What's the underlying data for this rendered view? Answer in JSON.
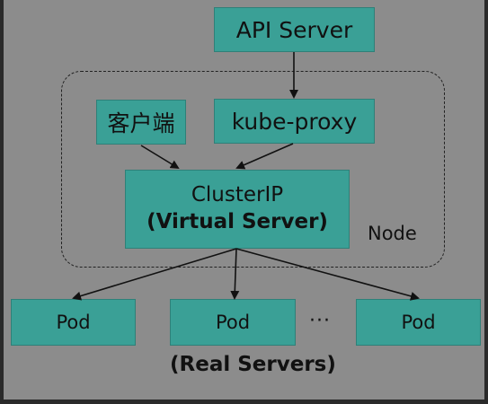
{
  "nodes": {
    "api_server": "API Server",
    "client": "客户端",
    "kube_proxy": "kube-proxy",
    "cluster_ip_line1": "ClusterIP",
    "cluster_ip_line2": "(Virtual Server)",
    "node_label": "Node",
    "pods": [
      "Pod",
      "Pod",
      "Pod"
    ],
    "ellipsis": "···",
    "real_servers": "(Real Servers)"
  },
  "colors": {
    "box_fill": "#3aa096",
    "background": "#8c8c8c",
    "outer_frame": "#2a2a2a",
    "lines": "#111111"
  }
}
